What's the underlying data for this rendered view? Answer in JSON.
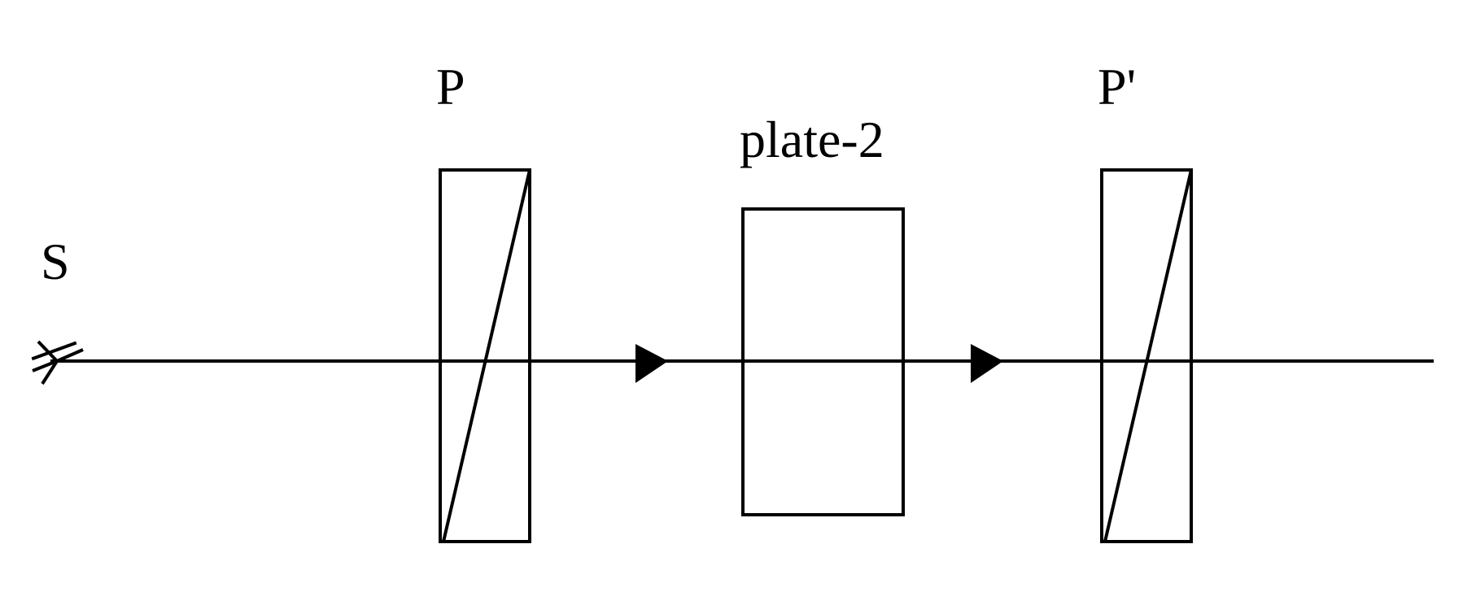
{
  "labels": {
    "source": "S",
    "polarizer": "P",
    "plate": "plate-2",
    "analyzer": "P'"
  },
  "colors": {
    "ink": "#000000",
    "background": "#ffffff"
  }
}
